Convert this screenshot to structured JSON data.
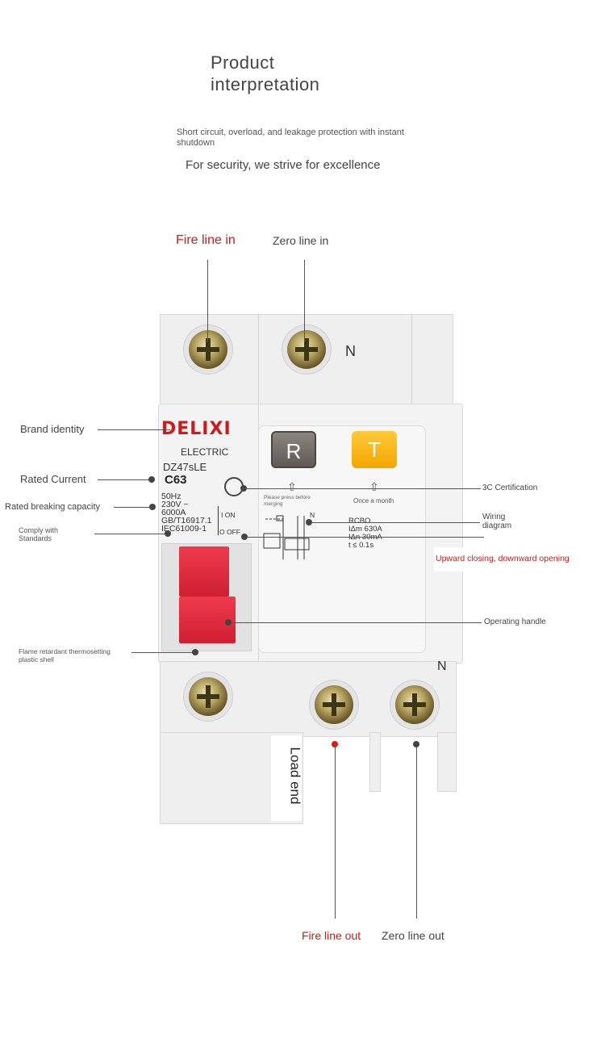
{
  "header": {
    "title_line1": "Product",
    "title_line2": "interpretation",
    "subtitle": "Short circuit, overload, and leakage protection with instant shutdown",
    "tagline": "For security, we strive for excellence"
  },
  "callouts": {
    "fire_in": "Fire line in",
    "zero_in": "Zero line in",
    "brand_identity": "Brand identity",
    "rated_current": "Rated Current",
    "rated_breaking": "Rated breaking capacity",
    "comply_line1": "Comply with",
    "comply_line2": "Standards",
    "cert_3c": "3C Certification",
    "wiring_line1": "Wiring",
    "wiring_line2": "diagram",
    "upward": "Upward closing, downward opening",
    "operating_handle": "Operating handle",
    "flame_line1": "Flame retardant thermosetting",
    "flame_line2": "plastic shell",
    "fire_out": "Fire line out",
    "zero_out": "Zero line out"
  },
  "breaker": {
    "brand": "DELIXI",
    "brand_sub": "ELECTRIC",
    "model": "DZ47sLE",
    "rating": "C63",
    "freq": "50Hz",
    "voltage": "230V ~",
    "capacity": "6000A",
    "std1": "GB/T16917.1",
    "std2": "IEC61009-1",
    "on_label": "I ON",
    "off_label": "O OFF",
    "btn_r": "R",
    "btn_t": "T",
    "r_note_line1": "Please press before",
    "r_note_line2": "merging",
    "t_note": "Once a month",
    "rcbo": "RCBO",
    "idm": "IΔm 630A",
    "idn": "IΔn  30mA",
    "time": "t ≤ 0.1s",
    "n_top": "N",
    "n_bottom": "N",
    "n_diagram": "N",
    "load_end": "Load end"
  },
  "colors": {
    "accent_red": "#d01a1a",
    "handle_red": "#e0293c",
    "test_yellow": "#f7b400"
  }
}
